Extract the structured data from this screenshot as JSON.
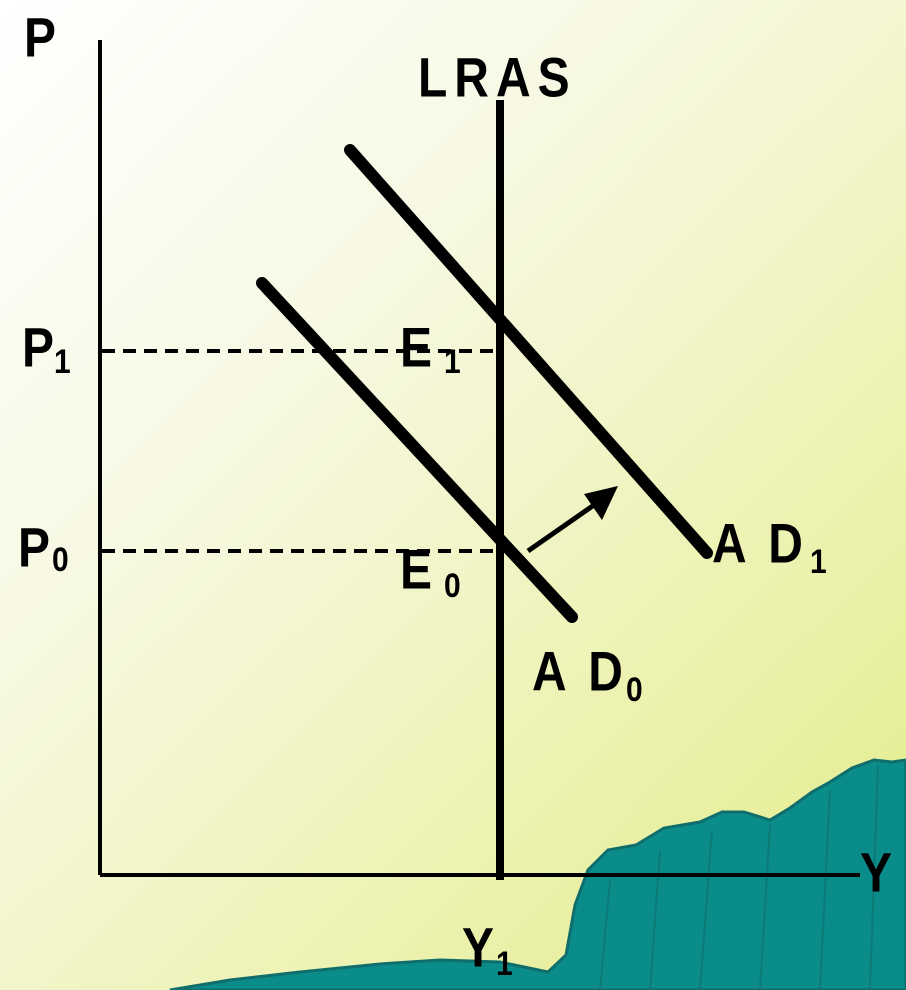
{
  "axes": {
    "y_label": "P",
    "x_label": "Y"
  },
  "prices": {
    "p1": {
      "main": "P",
      "sub": "1"
    },
    "p0": {
      "main": "P",
      "sub": "0"
    }
  },
  "output": {
    "y1": {
      "main": "Y",
      "sub": "1"
    }
  },
  "curves": {
    "lras": "LRAS",
    "ad1": {
      "main": "A D",
      "sub": "1"
    },
    "ad0": {
      "main": "A D",
      "sub": "0"
    }
  },
  "equilibria": {
    "e1": {
      "main": "E",
      "sub": "1"
    },
    "e0": {
      "main": "E",
      "sub": "0"
    }
  },
  "colors": {
    "line": "#000000",
    "blob_fill": "#0a8c8a",
    "blob_edge": "#0f6e6c"
  }
}
